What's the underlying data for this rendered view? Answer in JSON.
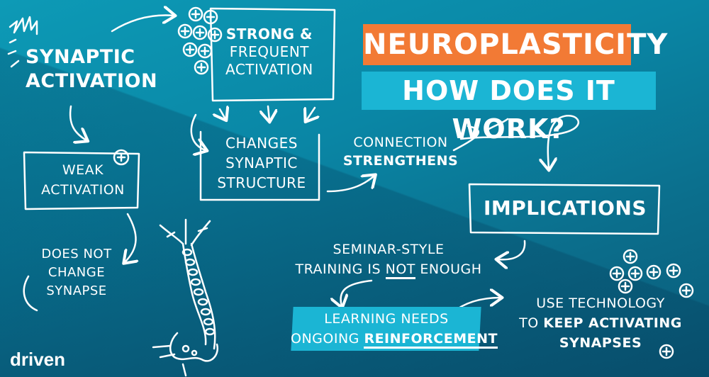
{
  "title": {
    "line1": "NEUROPLASTICITY",
    "line2": "HOW DOES IT WORK?"
  },
  "nodes": {
    "synaptic_activation": {
      "line1": "SYNAPTIC",
      "line2": "ACTIVATION"
    },
    "strong_frequent": {
      "line1": "STRONG &",
      "line2": "FREQUENT",
      "line3": "ACTIVATION"
    },
    "weak_activation": {
      "line1": "WEAK",
      "line2": "ACTIVATION"
    },
    "changes_structure": {
      "line1": "CHANGES",
      "line2": "SYNAPTIC",
      "line3": "STRUCTURE"
    },
    "does_not_change": {
      "line1": "DOES NOT",
      "line2": "CHANGE",
      "line3": "SYNAPSE"
    },
    "connection": {
      "line1": "CONNECTION",
      "line2": "STRENGTHENS"
    },
    "implications": {
      "label": "IMPLICATIONS"
    },
    "seminar": {
      "line1": "SEMINAR-STYLE",
      "line2a": "TRAINING IS ",
      "line2b": "NOT",
      "line2c": " ENOUGH"
    },
    "learning": {
      "line1": "LEARNING NEEDS",
      "line2a": "ONGOING ",
      "line2b": "REINFORCEMENT"
    },
    "technology": {
      "line1": "USE TECHNOLOGY",
      "line2a": "TO ",
      "line2b": "KEEP ACTIVATING",
      "line3": "SYNAPSES"
    }
  },
  "logo": {
    "text": "driven"
  },
  "colors": {
    "background": "#0a86a5",
    "title_orange": "#f27a35",
    "title_cyan": "#1bb5d4",
    "ink": "#ffffff"
  },
  "icons": [
    "spark-icon",
    "plus-circle-icon",
    "neuron-icon",
    "arrow-icon"
  ]
}
